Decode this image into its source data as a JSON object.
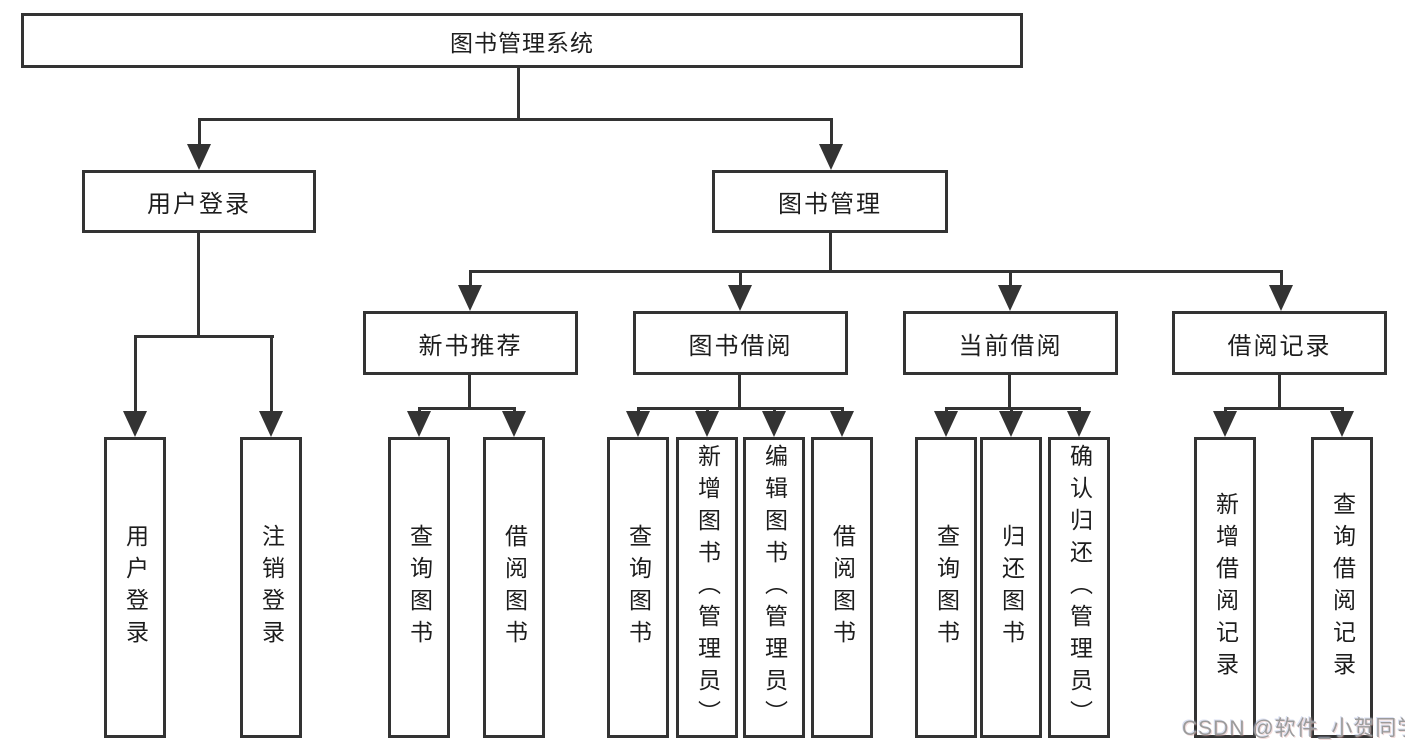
{
  "meta": {
    "diagram_type": "hierarchy-tree",
    "line_color": "#333333",
    "background": "#ffffff"
  },
  "nodes": {
    "root": "图书管理系统",
    "level2": [
      "用户登录",
      "图书管理"
    ],
    "level3": [
      "新书推荐",
      "图书借阅",
      "当前借阅",
      "借阅记录"
    ],
    "leaves": [
      "用户登录",
      "注销登录",
      "查询图书",
      "借阅图书",
      "查询图书",
      "新增图书（管理员）",
      "编辑图书（管理员）",
      "借阅图书",
      "查询图书",
      "归还图书",
      "确认归还（管理员）",
      "新增借阅记录",
      "查询借阅记录"
    ]
  },
  "watermark": "CSDN @软件_小贺同学"
}
